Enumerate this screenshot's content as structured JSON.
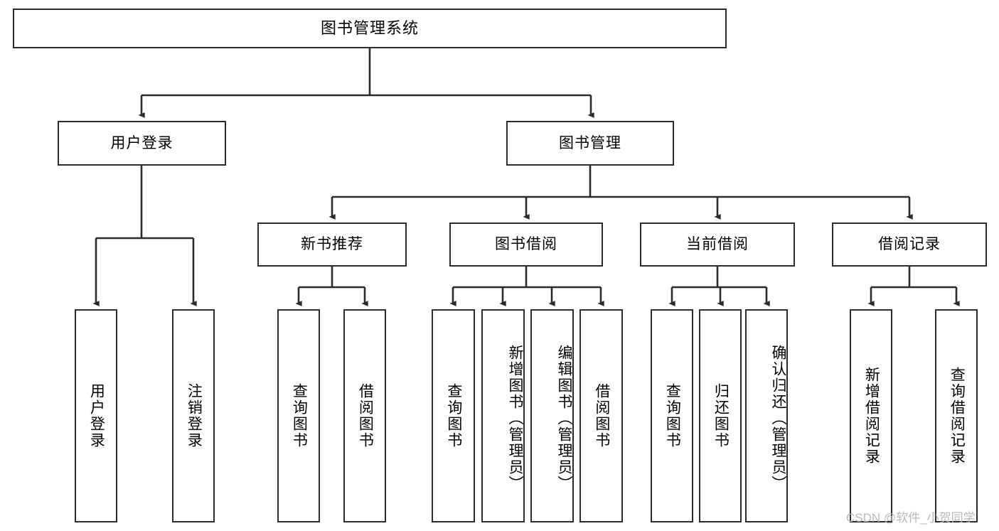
{
  "diagram": {
    "title": "图书管理系统",
    "type": "tree",
    "watermark": "CSDN @软件_小贺同学",
    "line_color": "#2b2b2b",
    "box_fill": "#ffffff",
    "text_color": "#000000",
    "root": {
      "label": "图书管理系统"
    },
    "level2": [
      {
        "label": "用户登录"
      },
      {
        "label": "图书管理"
      }
    ],
    "level3": [
      {
        "label": "新书推荐"
      },
      {
        "label": "图书借阅"
      },
      {
        "label": "当前借阅"
      },
      {
        "label": "借阅记录"
      }
    ],
    "leaves": {
      "user_login": [
        {
          "label": "用户登录"
        },
        {
          "label": "注销登录"
        }
      ],
      "new_book_recommend": [
        {
          "label": "查询图书"
        },
        {
          "label": "借阅图书"
        }
      ],
      "book_borrow": [
        {
          "label": "查询图书"
        },
        {
          "label": "新增图书（管理员）"
        },
        {
          "label": "编辑图书（管理员）"
        },
        {
          "label": "借阅图书"
        }
      ],
      "current_borrow": [
        {
          "label": "查询图书"
        },
        {
          "label": "归还图书"
        },
        {
          "label": "确认归还（管理员）"
        }
      ],
      "borrow_record": [
        {
          "label": "新增借阅记录"
        },
        {
          "label": "查询借阅记录"
        }
      ]
    }
  }
}
